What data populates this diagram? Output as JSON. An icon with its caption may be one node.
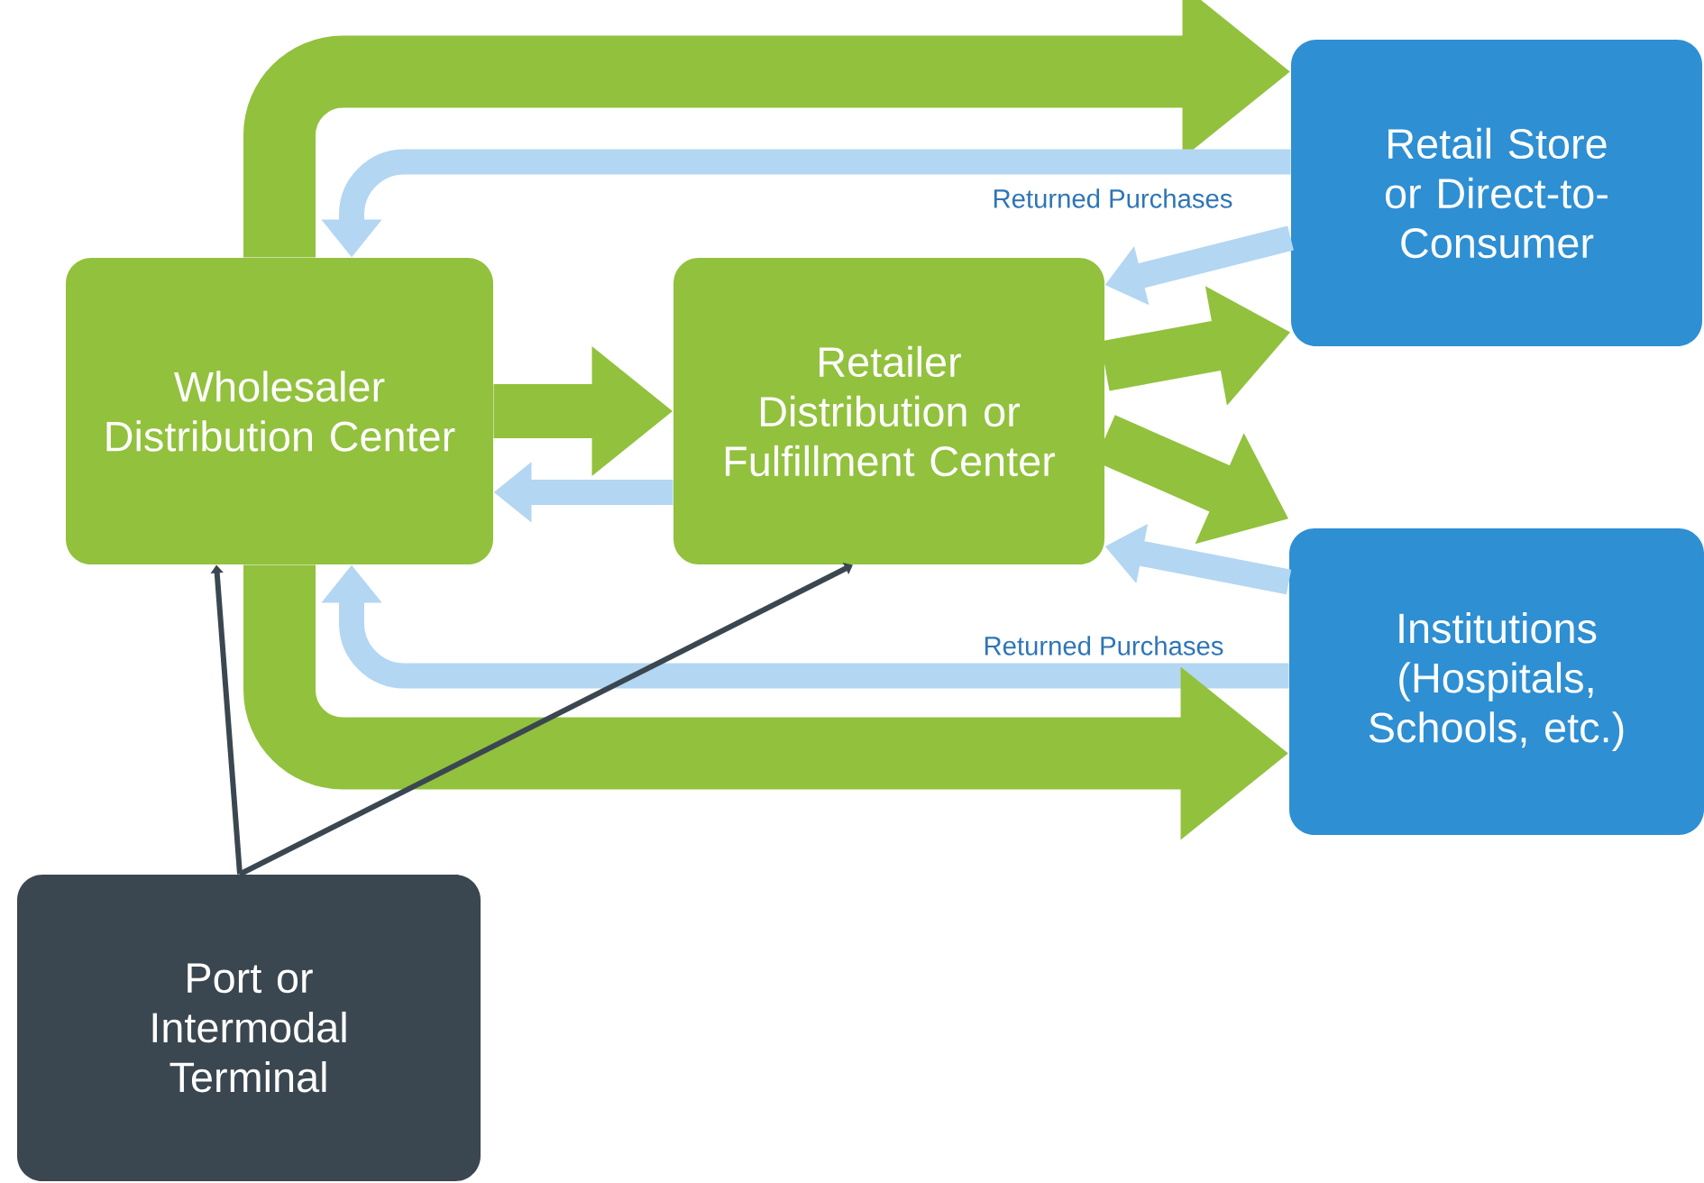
{
  "diagram": {
    "nodes": [
      {
        "text": [
          "Wholesaler Distribution Center"
        ]
      },
      {
        "text": [
          "Retailer Distribution or Fulfillment Center"
        ]
      },
      {
        "text": [
          "Retail Store or Direct-to-Consumer"
        ]
      },
      {
        "text": [
          "Institutions (Hospitals, Schools, etc.)"
        ]
      },
      {
        "text": [
          "Port or Intermodal Terminal"
        ]
      }
    ],
    "edges": [
      {
        "from": 0,
        "to": 2,
        "arrow": "to",
        "style": "thick",
        "color": "#92c13e"
      },
      {
        "from": 2,
        "to": 0,
        "arrow": "to",
        "color": "#b3d6f2",
        "label": "Returned Purchases"
      },
      {
        "from": 0,
        "to": 1,
        "arrow": "to",
        "style": "thick",
        "color": "#92c13e"
      },
      {
        "from": 1,
        "to": 0,
        "arrow": "to",
        "color": "#b3d6f2"
      },
      {
        "from": 1,
        "to": 2,
        "arrow": "to",
        "style": "thick",
        "color": "#92c13e"
      },
      {
        "from": 2,
        "to": 1,
        "arrow": "to",
        "color": "#b3d6f2"
      },
      {
        "from": 1,
        "to": 3,
        "arrow": "to",
        "style": "thick",
        "color": "#92c13e"
      },
      {
        "from": 3,
        "to": 1,
        "arrow": "to",
        "color": "#b3d6f2"
      },
      {
        "from": 3,
        "to": 0,
        "arrow": "to",
        "color": "#b3d6f2",
        "label": "Returned Purchases"
      },
      {
        "from": 0,
        "to": 3,
        "arrow": "to",
        "style": "thick",
        "color": "#92c13e"
      },
      {
        "from": 4,
        "to": 0,
        "arrow": "to",
        "color": "#3b4750"
      },
      {
        "from": 4,
        "to": 1,
        "arrow": "to",
        "color": "#3b4750"
      }
    ]
  }
}
